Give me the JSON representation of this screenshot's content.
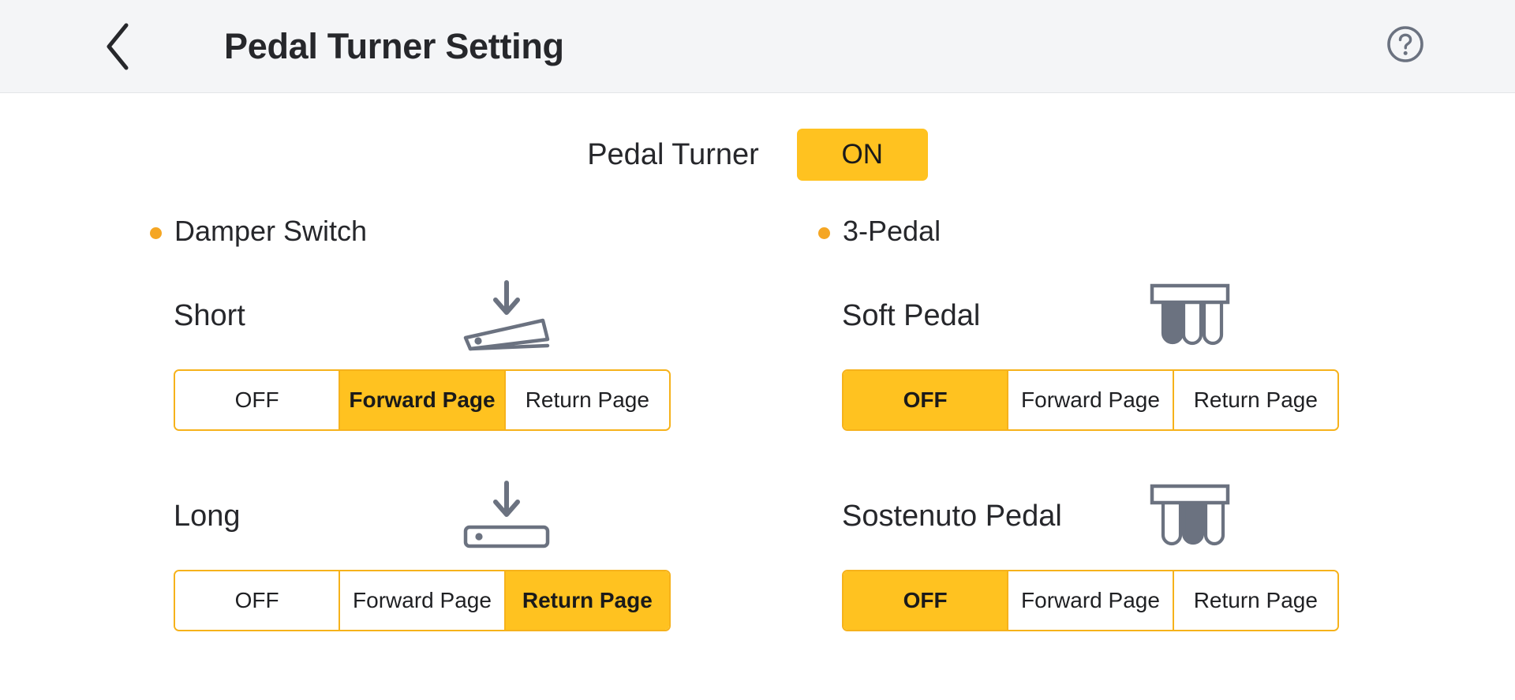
{
  "header": {
    "back_icon": "chevron-left-icon",
    "title": "Pedal Turner Setting",
    "help_icon": "help-circle-icon"
  },
  "master": {
    "label": "Pedal Turner",
    "state": "ON"
  },
  "colors": {
    "accent_selected": "#FFC220",
    "accent_border": "#F6B21B",
    "bullet": "#F5A623",
    "icon_stroke": "#6B7280",
    "header_bg": "#F4F5F7",
    "text": "#26272B"
  },
  "options": [
    "OFF",
    "Forward Page",
    "Return Page"
  ],
  "groups": [
    {
      "title": "Damper Switch",
      "bullet_icon": "bullet-dot-icon",
      "items": [
        {
          "label": "Short",
          "icon": "pedal-half-pressed-icon",
          "options": [
            "OFF",
            "Forward Page",
            "Return Page"
          ],
          "selected": "Forward Page",
          "selected_index": 1
        },
        {
          "label": "Long",
          "icon": "pedal-full-pressed-icon",
          "options": [
            "OFF",
            "Forward Page",
            "Return Page"
          ],
          "selected": "Return Page",
          "selected_index": 2
        }
      ]
    },
    {
      "title": "3-Pedal",
      "bullet_icon": "bullet-dot-icon",
      "items": [
        {
          "label": "Soft Pedal",
          "icon": "three-pedal-left-highlighted-icon",
          "options": [
            "OFF",
            "Forward Page",
            "Return Page"
          ],
          "selected": "OFF",
          "selected_index": 0
        },
        {
          "label": "Sostenuto Pedal",
          "icon": "three-pedal-middle-highlighted-icon",
          "options": [
            "OFF",
            "Forward Page",
            "Return Page"
          ],
          "selected": "OFF",
          "selected_index": 0
        }
      ]
    }
  ]
}
